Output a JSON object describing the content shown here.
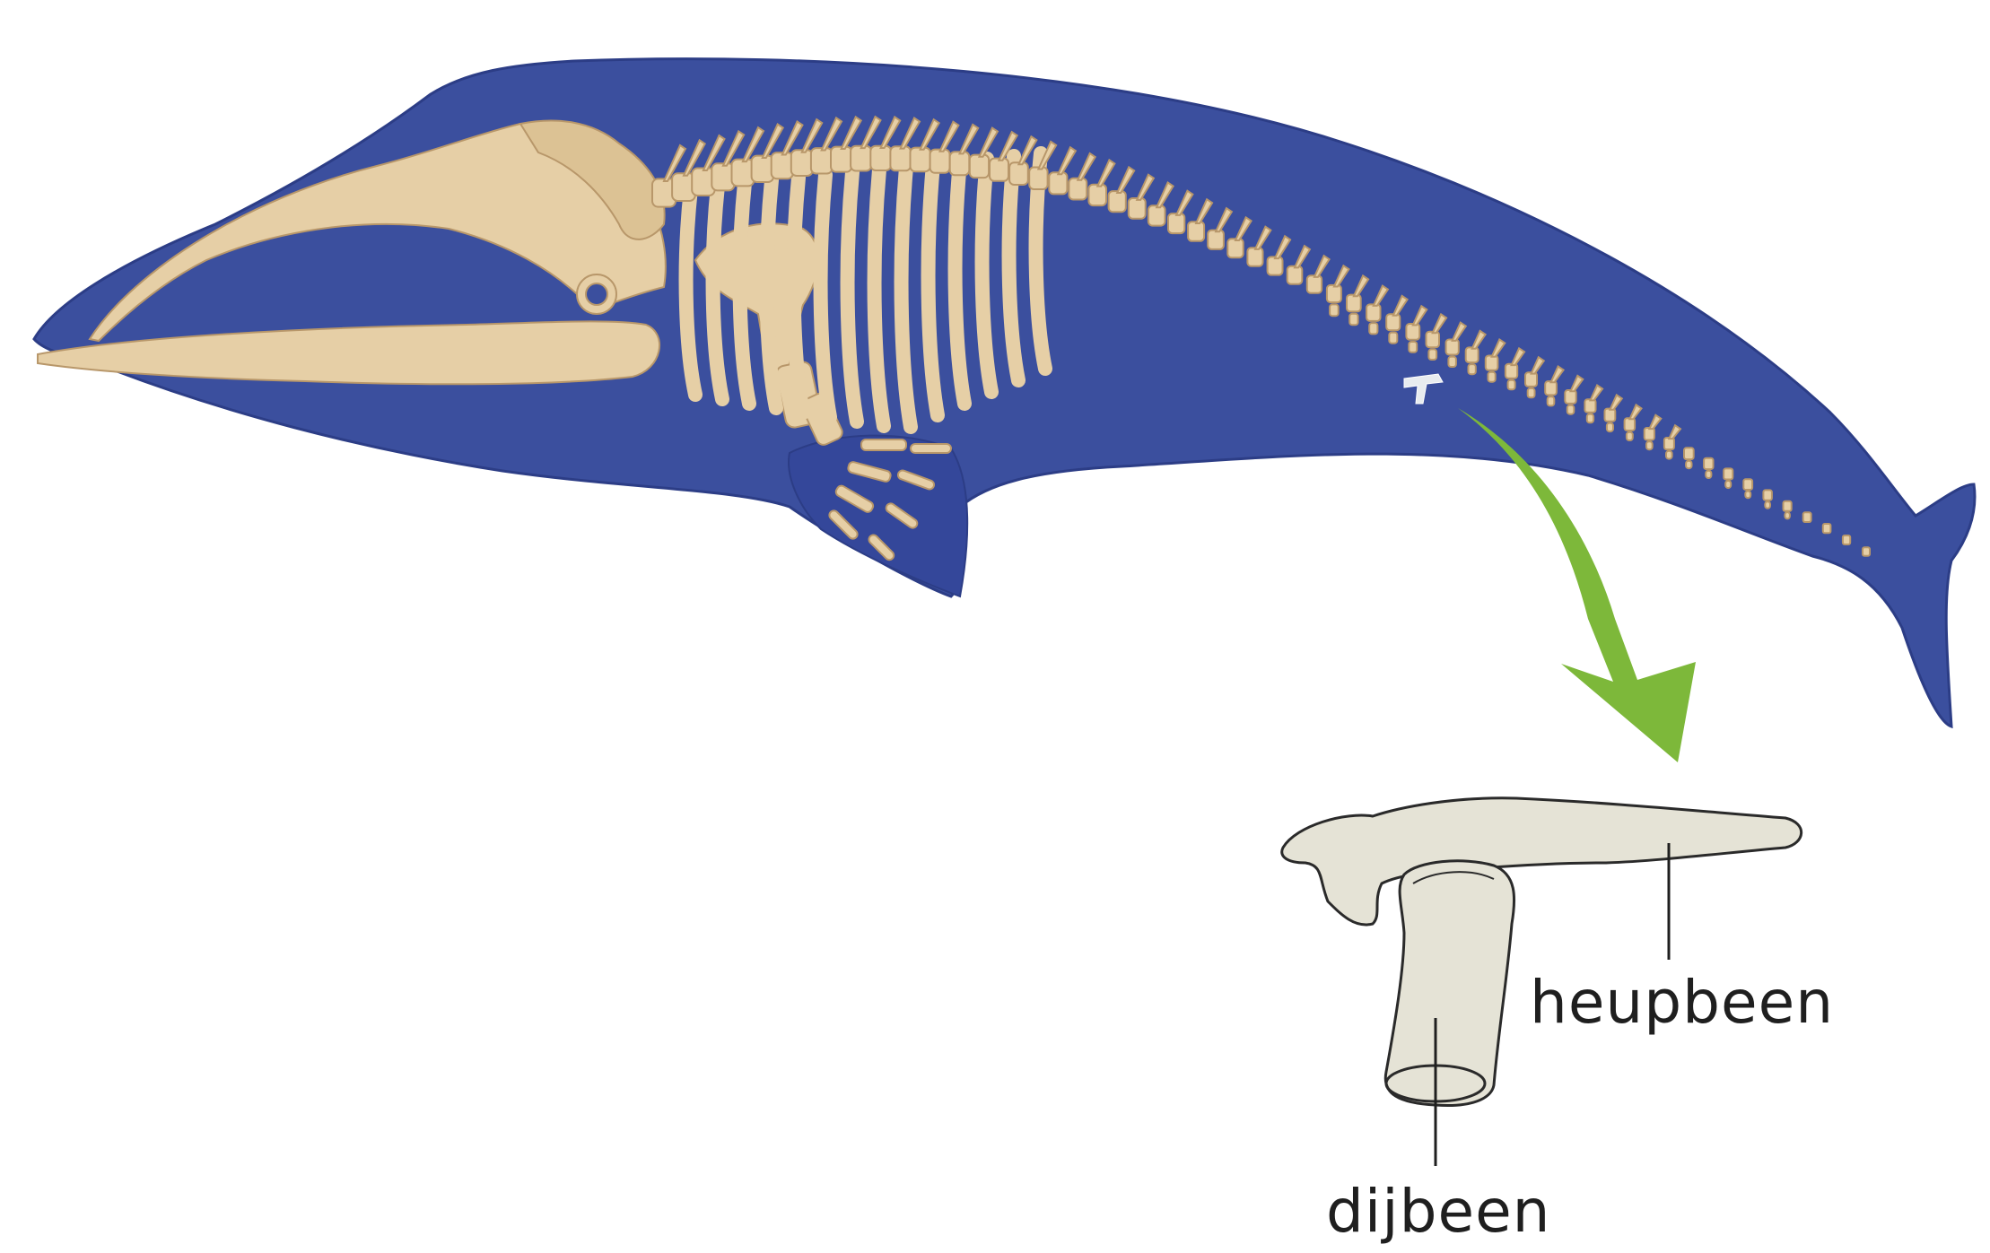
{
  "diagram": {
    "labels": {
      "hip_bone": "heupbeen",
      "femur": "dijbeen"
    },
    "colors": {
      "whale_body": "#3b4f9e",
      "whale_outline": "#2c3d86",
      "bone": "#e6cfa6",
      "bone_outline": "#c9ab7c",
      "zoom_bone": "#e5e3d6",
      "zoom_bone_outline": "#2a2a2a",
      "arrow": "#7db83a",
      "leader_line": "#1f1f1f"
    },
    "icons": {
      "whale": "whale-silhouette",
      "skeleton": "whale-skeleton",
      "pointer": "curved-arrow-down",
      "detail": "pelvic-bone-detail"
    }
  }
}
